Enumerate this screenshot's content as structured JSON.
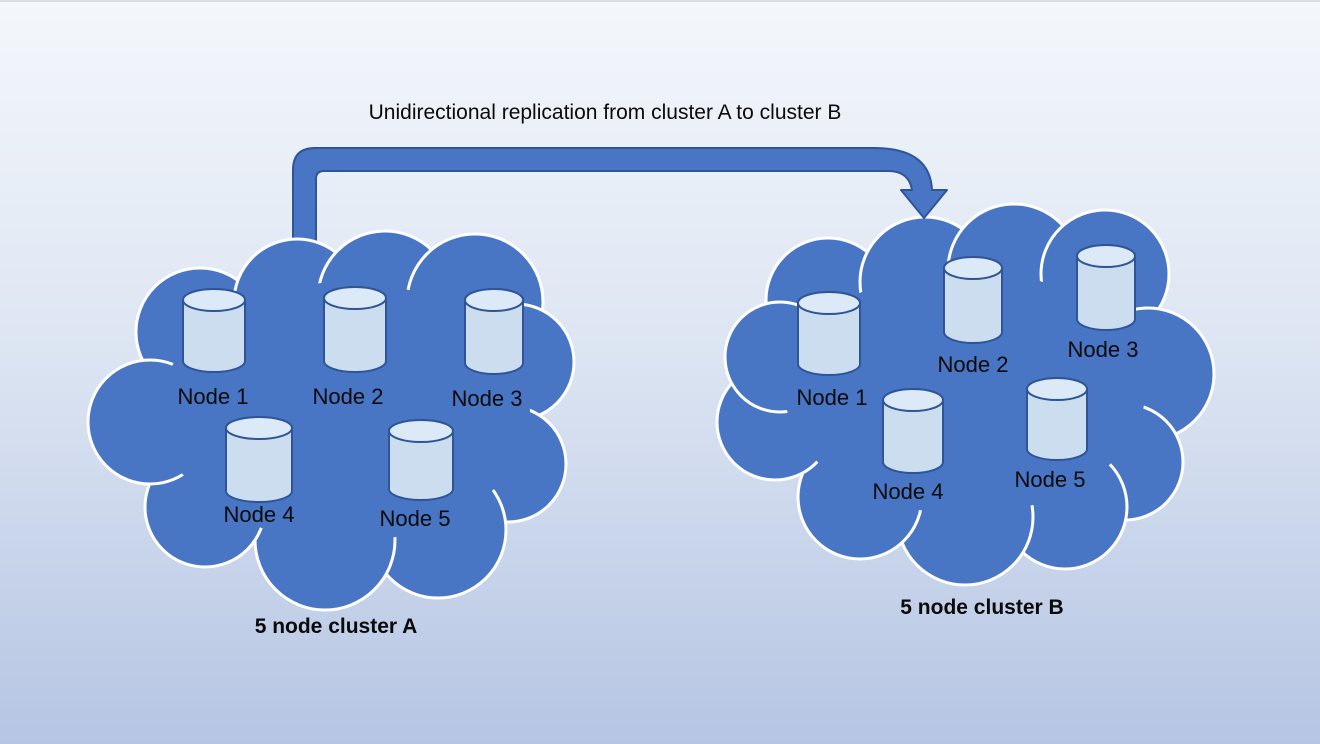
{
  "diagram": {
    "title": "Unidirectional replication from cluster A to cluster B",
    "clusters": [
      {
        "id": "A",
        "label": "5 node cluster A",
        "nodes": [
          "Node 1",
          "Node 2",
          "Node 3",
          "Node 4",
          "Node 5"
        ]
      },
      {
        "id": "B",
        "label": "5 node cluster B",
        "nodes": [
          "Node 1",
          "Node 2",
          "Node 3",
          "Node 4",
          "Node 5"
        ]
      }
    ],
    "replication_arrow": {
      "direction": "unidirectional",
      "from": "cluster A",
      "to": "cluster B"
    }
  },
  "icons": {
    "cluster_shape": "cloud",
    "node_shape": "database-cylinder",
    "arrow_shape": "elbow-arrow-right-down"
  },
  "colors": {
    "background_top": "#f4f7fb",
    "background_bottom": "#b5c5e3",
    "cloud_fill": "#4876c5",
    "cloud_outline": "#ffffff",
    "arrow_fill": "#4876c5",
    "arrow_outline": "#2f5597",
    "cylinder_fill": "#cbddef",
    "cylinder_top_fill": "#dce9f6",
    "cylinder_outline": "#2f5597",
    "label_color": "#0a0a0a"
  }
}
